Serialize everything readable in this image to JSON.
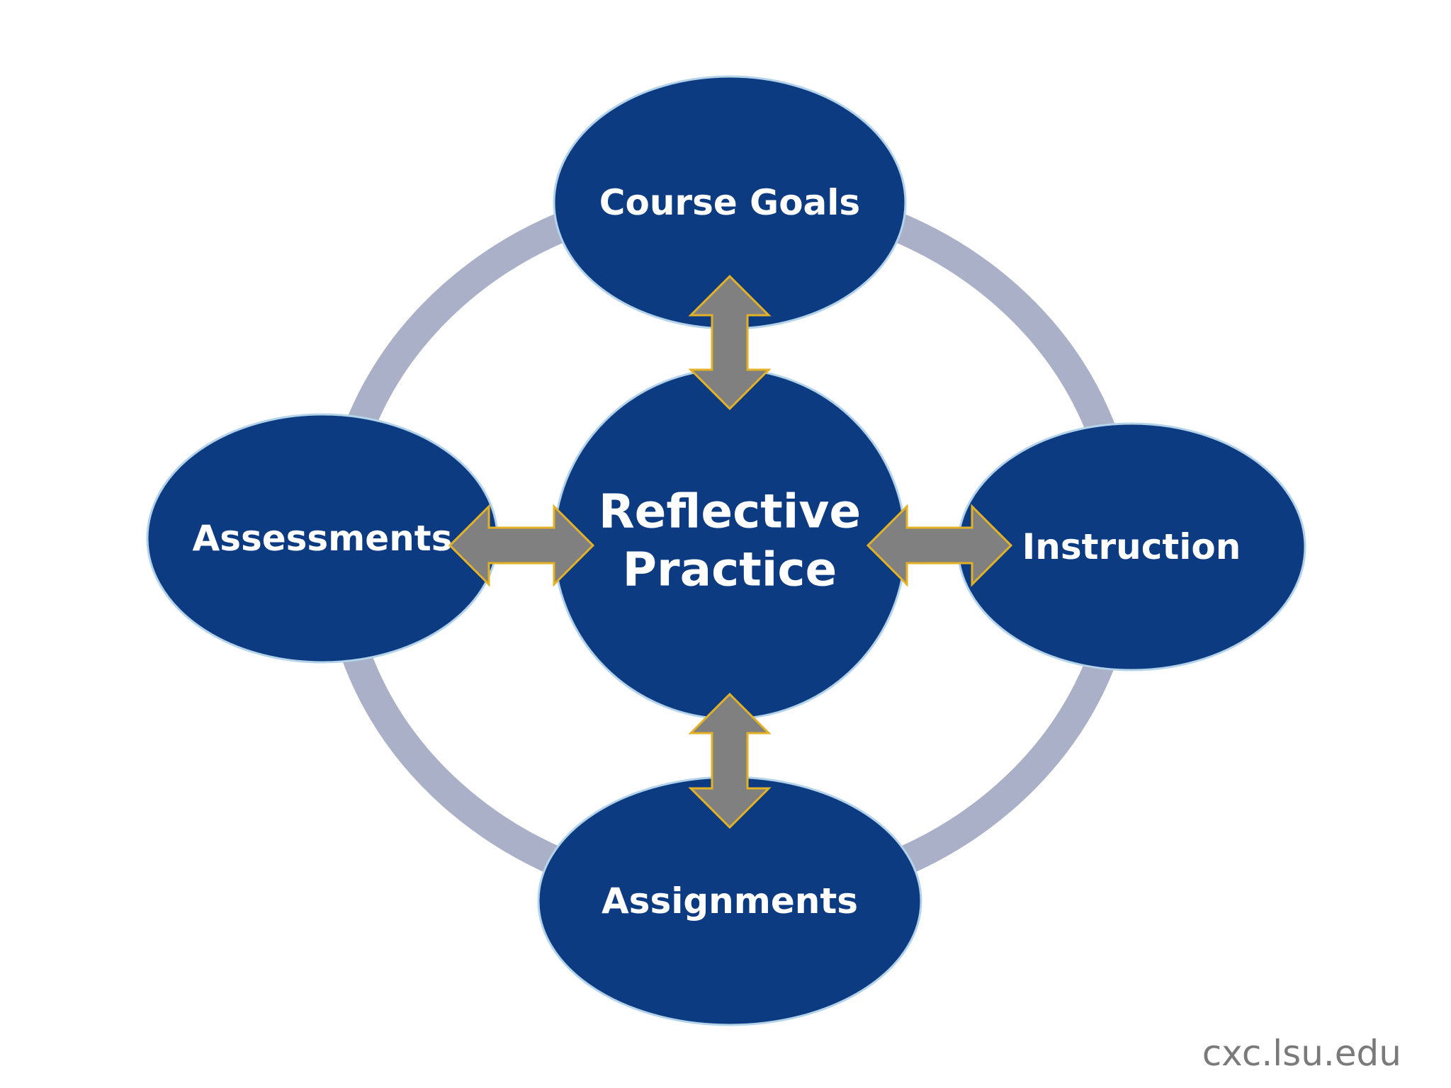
{
  "diagram": {
    "center": {
      "label_line1": "Reflective",
      "label_line2": "Practice"
    },
    "nodes": {
      "top": "Course Goals",
      "left": "Assessments",
      "right": "Instruction",
      "bottom": "Assignments"
    }
  },
  "credit": "cxc.lsu.edu",
  "colors": {
    "node_fill": "#0d3b82",
    "node_stroke": "#b3d3ea",
    "ring": "#aab0c8",
    "arrow_fill": "#808080",
    "arrow_stroke": "#e2b125"
  }
}
